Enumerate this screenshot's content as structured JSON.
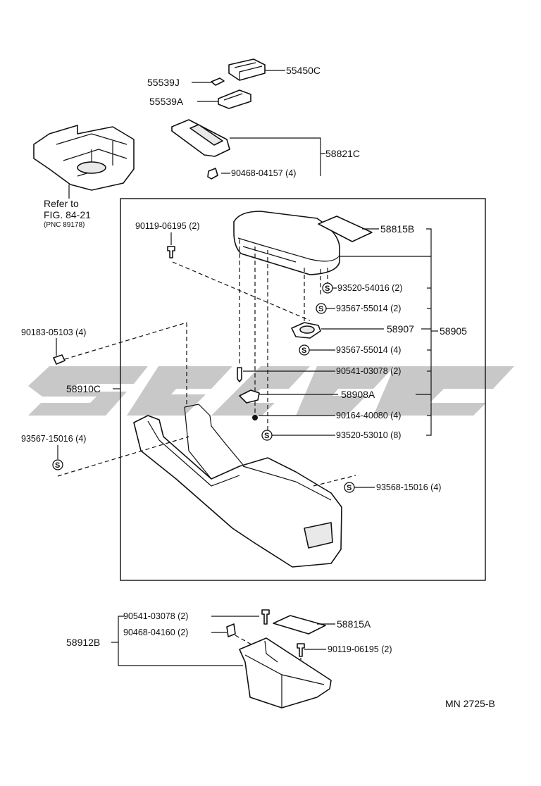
{
  "parts": {
    "p55450C": "55450C",
    "p55539J": "55539J",
    "p55539A": "55539A",
    "p58821C": "58821C",
    "p90468_04157": "90468-04157 (4)",
    "refer_line1": "Refer to",
    "refer_line2": "FIG. 84-21",
    "refer_line3": "(PNC  89178)",
    "p90119_06195_top": "90119-06195 (2)",
    "p58815B": "58815B",
    "p93520_54016": "93520-54016 (2)",
    "p93567_55014_2": "93567-55014 (2)",
    "p58907": "58907",
    "p58905": "58905",
    "p93567_55014_4": "93567-55014 (4)",
    "p90183_05103": "90183-05103 (4)",
    "p90541_03078_top": "90541-03078 (2)",
    "p58910C": "58910C",
    "p58908A": "58908A",
    "p90164_40080": "90164-40080 (4)",
    "p93520_53010": "93520-53010 (8)",
    "p93567_15016": "93567-15016 (4)",
    "p93568_15016": "93568-15016 (4)",
    "p90541_03078_bot": "90541-03078 (2)",
    "p58815A": "58815A",
    "p58912B": "58912B",
    "p90468_04160": "90468-04160 (2)",
    "p90119_06195_bot": "90119-06195 (2)",
    "mn_code": "MN  2725-B"
  },
  "symbols": {
    "s_mark": "S"
  },
  "colors": {
    "line": "#111111",
    "watermark": "#b5b5b5",
    "background": "#ffffff"
  }
}
